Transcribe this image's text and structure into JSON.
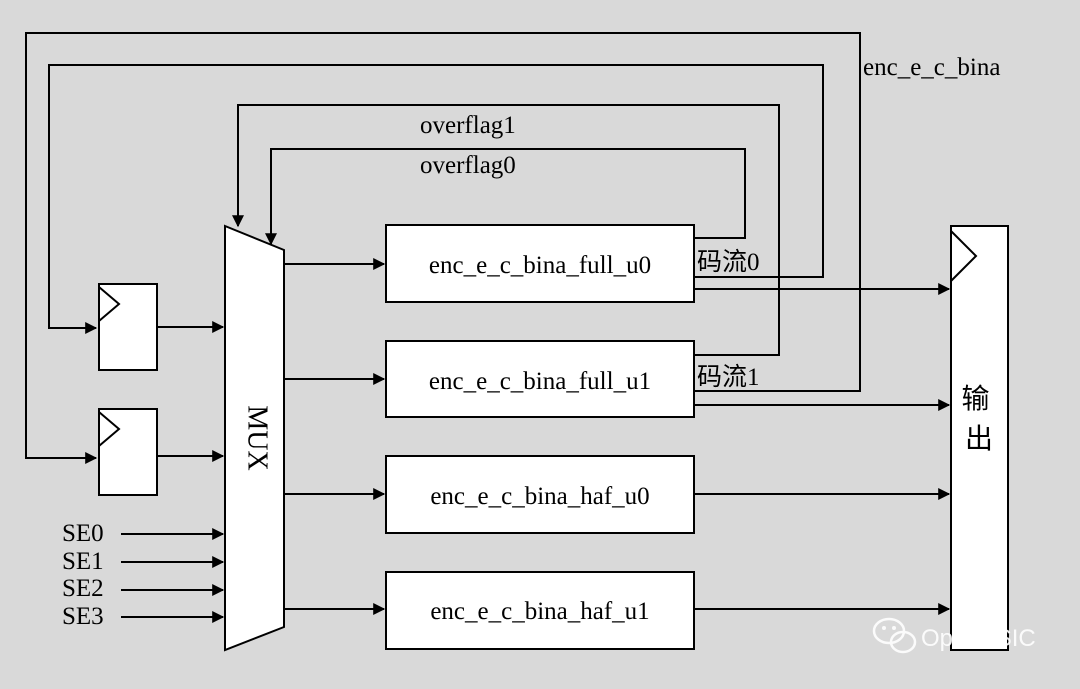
{
  "labels": {
    "enc_bina": "enc_e_c_bina",
    "overflag1": "overflag1",
    "overflag0": "overflag0",
    "mux": "MUX",
    "output": "输\n出",
    "stream0": "码流0",
    "stream1": "码流1",
    "watermark": "OpenASIC"
  },
  "modules": [
    {
      "id": "full_u0",
      "label": "enc_e_c_bina_full_u0"
    },
    {
      "id": "full_u1",
      "label": "enc_e_c_bina_full_u1"
    },
    {
      "id": "haf_u0",
      "label": "enc_e_c_bina_haf_u0"
    },
    {
      "id": "haf_u1",
      "label": "enc_e_c_bina_haf_u1"
    }
  ],
  "selects": [
    "SE0",
    "SE1",
    "SE2",
    "SE3"
  ],
  "icons": {
    "register": "flip-flop-icon",
    "watermark_logo": "wechat-icon"
  }
}
